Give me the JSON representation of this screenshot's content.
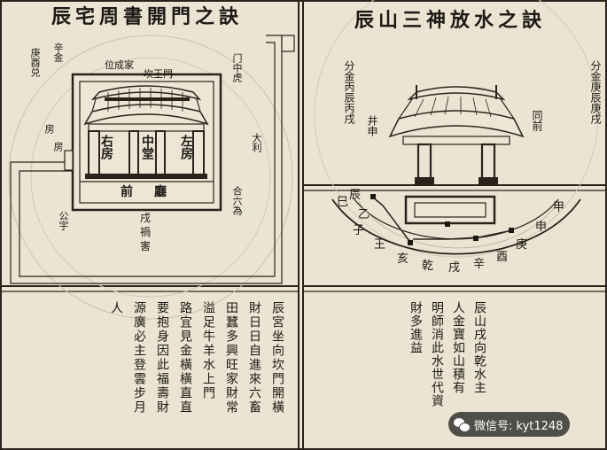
{
  "left": {
    "title": "辰宅周書開門之訣",
    "top_labels": [
      "庚酉兑",
      "辛金",
      "位成家",
      "坎王門"
    ],
    "right_labels": [
      "门中虎",
      "合六為",
      "大利"
    ],
    "left_labels": [
      "房",
      "房",
      "公宇"
    ],
    "bottom_labels": [
      "戌",
      "禍",
      "害"
    ],
    "rooms": {
      "right_room": "右房",
      "middle_hall": "中堂",
      "left_room": "左房",
      "front_hall": "前廳"
    },
    "text_columns": [
      "辰宮坐向坎門開橫",
      "財日日自進來六畜",
      "田蠶多興旺家財常",
      "溢足牛羊水上門",
      "路宜見金橫橫直直",
      "要抱身因此福壽財",
      "源廣必主登雲步月",
      "人"
    ]
  },
  "right": {
    "title": "辰山三神放水之訣",
    "left_annotation": "分金丙辰丙戌",
    "left_sub": "井申",
    "right_annotation": "分金庚辰庚戌",
    "right_sub": "同前",
    "ring": [
      "巳",
      "辰",
      "乙",
      "子",
      "王",
      "亥",
      "乾",
      "戌",
      "辛",
      "酉",
      "庚",
      "申",
      "甲"
    ],
    "text_columns": [
      "辰山戌向乾水主",
      "人金寶如山積有",
      "明師消此水世代資",
      "財多進益"
    ]
  },
  "watermark": {
    "icon": "wechat-icon",
    "text": "微信号: kyt1248"
  }
}
